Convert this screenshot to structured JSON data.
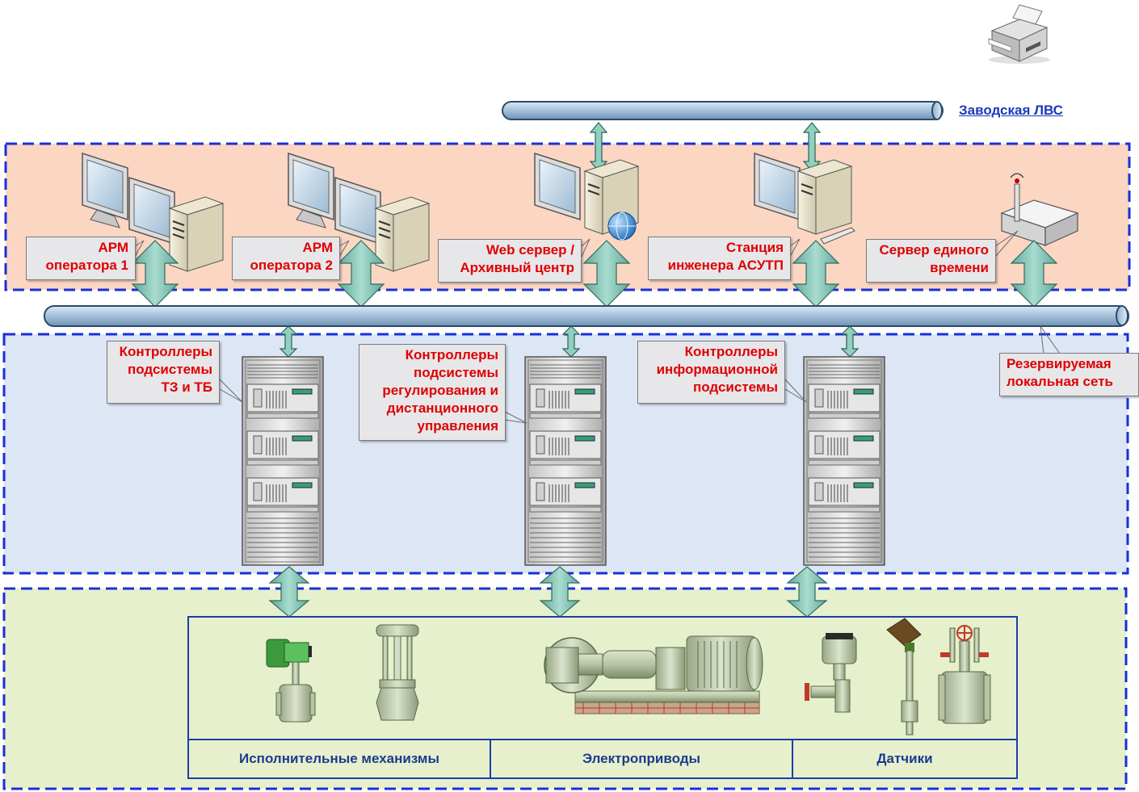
{
  "labels": {
    "plant_lan": "Заводская ЛВС",
    "redundant_lan": "Резервируемая\nлокальная сеть"
  },
  "workstations": [
    {
      "label": "АРМ\nоператора 1"
    },
    {
      "label": "АРМ\nоператора 2"
    },
    {
      "label": "Web сервер /\nАрхивный центр"
    },
    {
      "label": "Станция\nинженера АСУТП"
    },
    {
      "label": "Сервер единого\nвремени"
    }
  ],
  "controllers": [
    {
      "label": "Контроллеры\nподсистемы\nТЗ и ТБ"
    },
    {
      "label": "Контроллеры\nподсистемы\nрегулирования и\nдистанционного\nуправления"
    },
    {
      "label": "Контроллеры\nинформационной\nподсистемы"
    }
  ],
  "field_categories": [
    "Исполнительные механизмы",
    "Электроприводы",
    "Датчики"
  ],
  "icons": [
    "printer-icon",
    "computer-icon",
    "server-icon",
    "globe-icon",
    "keyboard-icon",
    "router-icon",
    "controller-rack-icon",
    "valve-actuator-icon",
    "control-valve-icon",
    "pump-motor-icon",
    "pressure-sensor-icon",
    "temperature-sensor-icon",
    "flowmeter-icon"
  ],
  "colors": {
    "zone_border": "#1a2fd8",
    "top_zone": "#fbd6c3",
    "middle_zone": "#dce6f5",
    "bottom_zone": "#e6f0cc",
    "label_text": "#e00000",
    "link_text": "#1a39b8",
    "category_text": "#1c3a8c",
    "arrow_fill": "#7fc3b4"
  }
}
